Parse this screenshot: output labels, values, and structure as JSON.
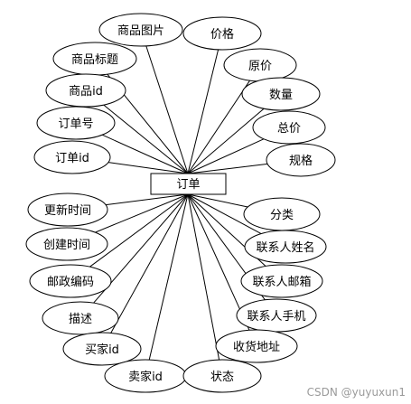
{
  "entity": {
    "label": "订单"
  },
  "attributes": [
    "商品图片",
    "价格",
    "商品标题",
    "原价",
    "商品id",
    "数量",
    "订单号",
    "总价",
    "订单id",
    "规格",
    "更新时间",
    "分类",
    "创建时间",
    "联系人姓名",
    "邮政编码",
    "联系人邮箱",
    "描述",
    "联系人手机",
    "买家id",
    "收货地址",
    "卖家id",
    "状态"
  ],
  "watermark": "CSDN @yuyuxun1"
}
